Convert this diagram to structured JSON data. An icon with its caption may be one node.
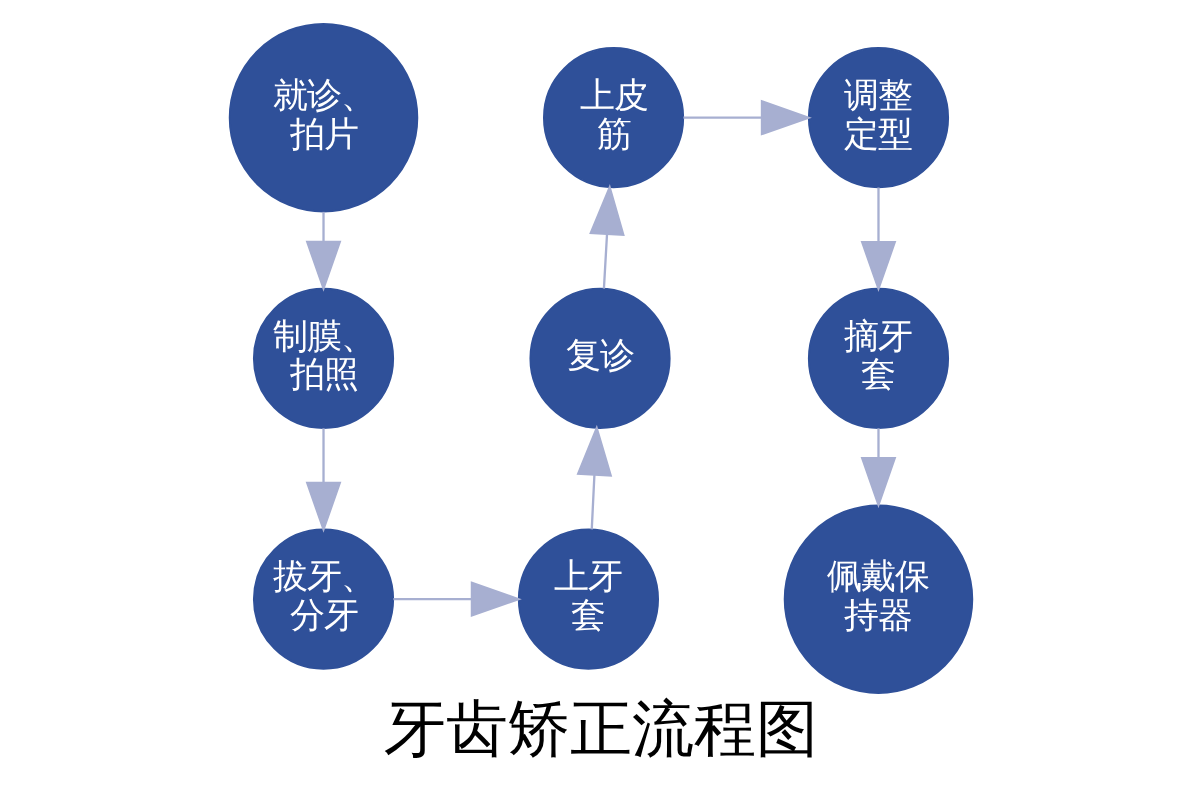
{
  "diagram": {
    "caption": "牙齿矫正流程图",
    "nodes": [
      {
        "text": [
          "就诊、拍片"
        ]
      },
      {
        "text": [
          "制膜、拍照"
        ]
      },
      {
        "text": [
          "拔牙、分牙"
        ]
      },
      {
        "text": [
          "上牙套"
        ]
      },
      {
        "text": [
          "复诊"
        ]
      },
      {
        "text": [
          "上皮筋"
        ]
      },
      {
        "text": [
          "调整定型"
        ]
      },
      {
        "text": [
          "摘牙套"
        ]
      },
      {
        "text": [
          "佩戴保持器"
        ]
      }
    ],
    "edges": [
      {
        "from": 0,
        "to": 1,
        "arrow": "to"
      },
      {
        "from": 1,
        "to": 2,
        "arrow": "to"
      },
      {
        "from": 2,
        "to": 3,
        "arrow": "to"
      },
      {
        "from": 3,
        "to": 4,
        "arrow": "to"
      },
      {
        "from": 4,
        "to": 5,
        "arrow": "to"
      },
      {
        "from": 5,
        "to": 6,
        "arrow": "to"
      },
      {
        "from": 6,
        "to": 7,
        "arrow": "to"
      },
      {
        "from": 7,
        "to": 8,
        "arrow": "to"
      }
    ]
  }
}
